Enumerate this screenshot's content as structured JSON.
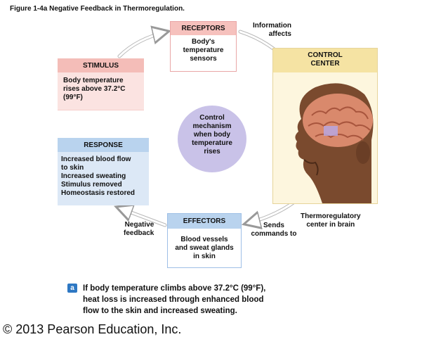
{
  "figure_title": "Figure 1-4a Negative Feedback in Thermoregulation.",
  "receptors": {
    "title": "RECEPTORS",
    "lines": [
      "Body's",
      "temperature",
      "sensors"
    ]
  },
  "stimulus": {
    "title": "STIMULUS",
    "lines": [
      "Body temperature",
      "rises above 37.2°C",
      "(99°F)"
    ]
  },
  "control_center": {
    "title_lines": [
      "CONTROL",
      "CENTER"
    ]
  },
  "response": {
    "title": "RESPONSE",
    "lines": [
      "Increased blood flow",
      "to skin",
      "Increased sweating",
      "Stimulus removed",
      "Homeostasis restored"
    ]
  },
  "effectors": {
    "title": "EFFECTORS",
    "lines": [
      "Blood vessels",
      "and sweat glands",
      "in skin"
    ]
  },
  "mechanism": {
    "lines": [
      "Control",
      "mechanism",
      "when body",
      "temperature",
      "rises"
    ]
  },
  "labels": {
    "information_affects": [
      "Information",
      "affects"
    ],
    "thermoregulatory": [
      "Thermoregulatory",
      "center in brain"
    ],
    "sends_commands": [
      "Sends",
      "commands to"
    ],
    "negative_feedback": [
      "Negative",
      "feedback"
    ]
  },
  "caption": {
    "badge": "a",
    "lines": [
      "If body temperature climbs above 37.2°C (99°F),",
      "heat loss is increased through enhanced blood",
      "flow to the skin and increased sweating."
    ]
  },
  "copyright": "© 2013 Pearson Education, Inc.",
  "colors": {
    "stimulus": "#f4bdb8",
    "control": "#f5e3a3",
    "response": "#b9d3ee",
    "mechanism": "#c9c2e8",
    "badge": "#2e78c3"
  }
}
